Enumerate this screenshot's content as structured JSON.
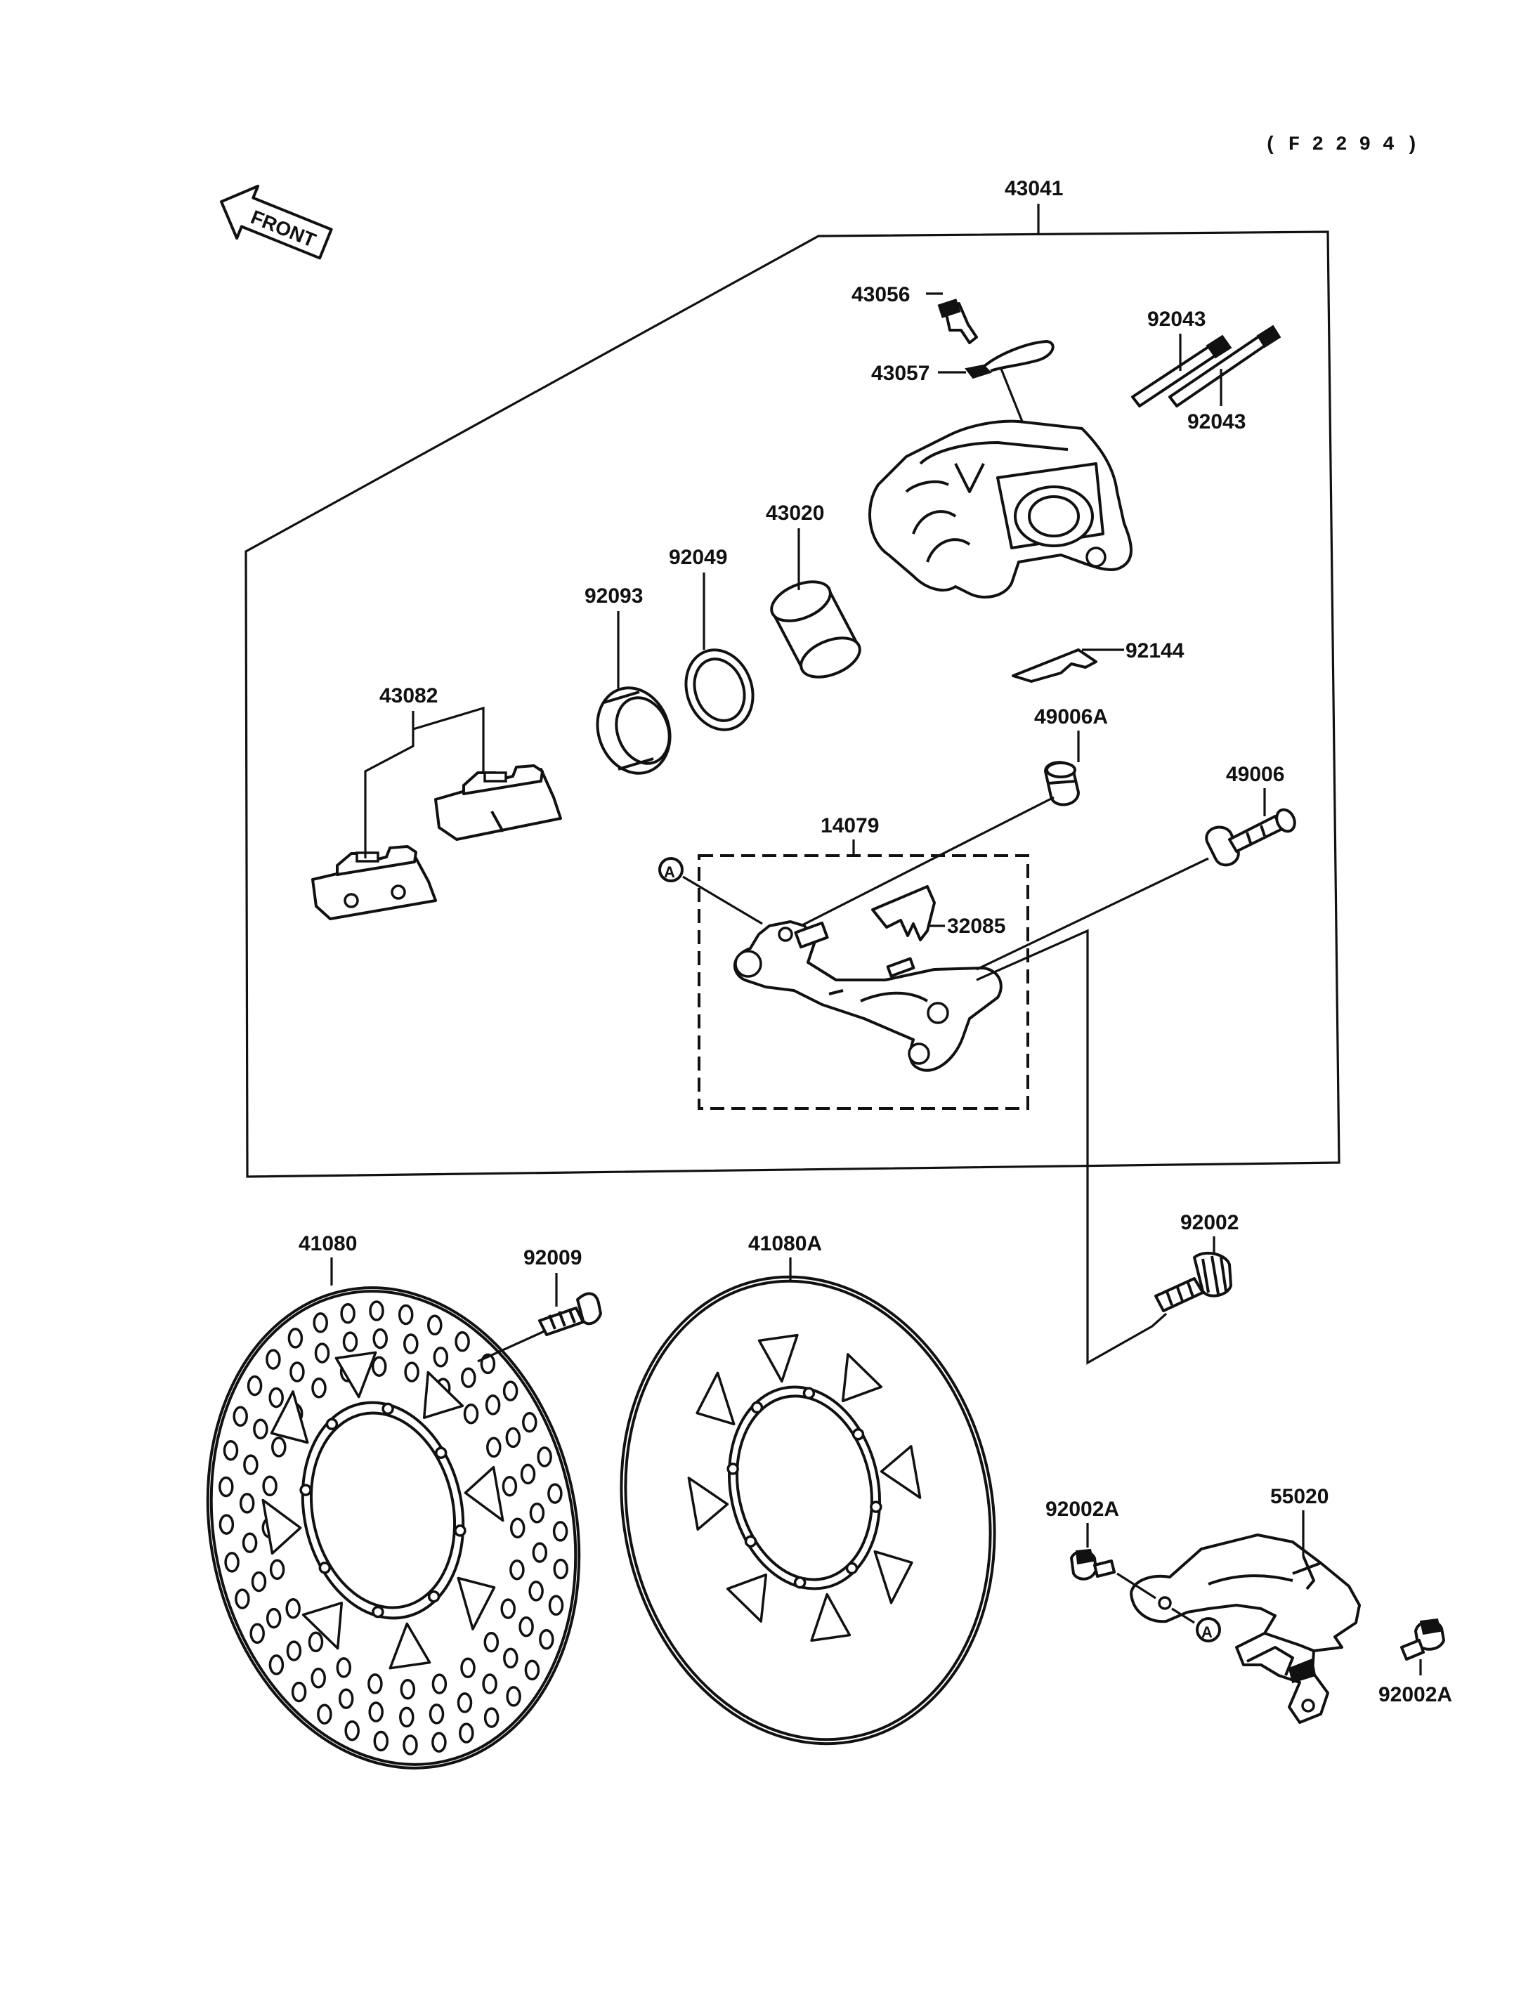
{
  "diagram_code": "( F 2 2 9 4 )",
  "front_label": "FRONT",
  "ref_marker": "A",
  "labels": {
    "caliper_assy": "43041",
    "bleed_valve": "43056",
    "cap": "43057",
    "pin_upper": "92043",
    "pin_lower": "92043",
    "piston": "43020",
    "seal_piston": "92049",
    "seal_dust": "92093",
    "pads": "43082",
    "spring": "92144",
    "boot_a": "49006A",
    "boot": "49006",
    "holder": "14079",
    "spring_plate": "32085",
    "bolt_holder": "92002",
    "disc_drilled": "41080",
    "disc_bolt": "92009",
    "disc_plain": "41080A",
    "bolt_guard_left": "92002A",
    "guard": "55020",
    "bolt_guard_right": "92002A"
  }
}
